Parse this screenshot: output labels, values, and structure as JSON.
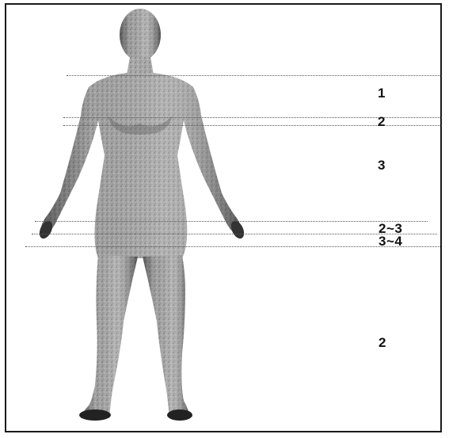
{
  "zone_labels": {
    "upper": "1",
    "chest": "2",
    "torso": "3",
    "hip_upper": "2~3",
    "hip_lower": "3~4",
    "legs": "2"
  }
}
